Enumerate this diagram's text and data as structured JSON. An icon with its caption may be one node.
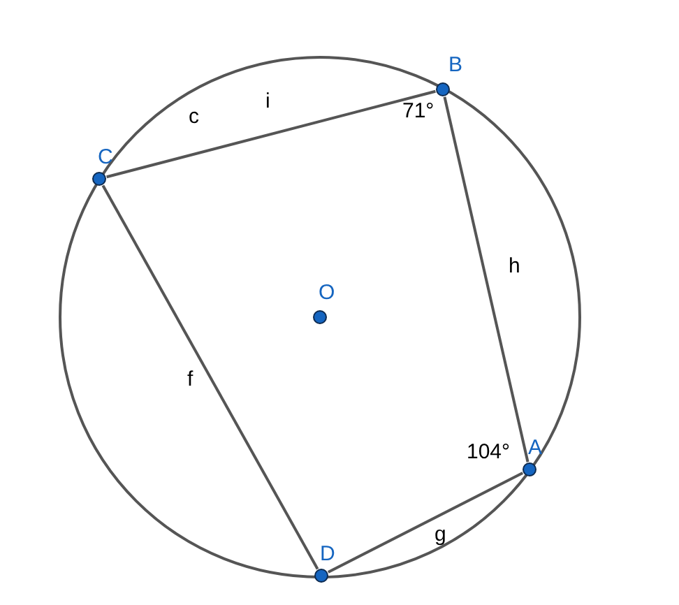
{
  "diagram": {
    "nodes": [
      {
        "text": [
          "B"
        ],
        "beside": [
          "71°"
        ]
      },
      {
        "text": [
          "C"
        ]
      },
      {
        "text": [
          "O"
        ]
      },
      {
        "text": [
          "A"
        ],
        "beside": [
          "104°"
        ]
      },
      {
        "text": [
          "D"
        ]
      }
    ],
    "edges": [
      {
        "from": 1,
        "to": 0,
        "arrow": "none",
        "label": "i"
      },
      {
        "from": 0,
        "to": 3,
        "arrow": "none",
        "label": "h"
      },
      {
        "from": 3,
        "to": 4,
        "arrow": "none",
        "label": "g"
      },
      {
        "from": 4,
        "to": 1,
        "arrow": "none",
        "label": "f"
      }
    ],
    "labels": [
      "c"
    ]
  }
}
